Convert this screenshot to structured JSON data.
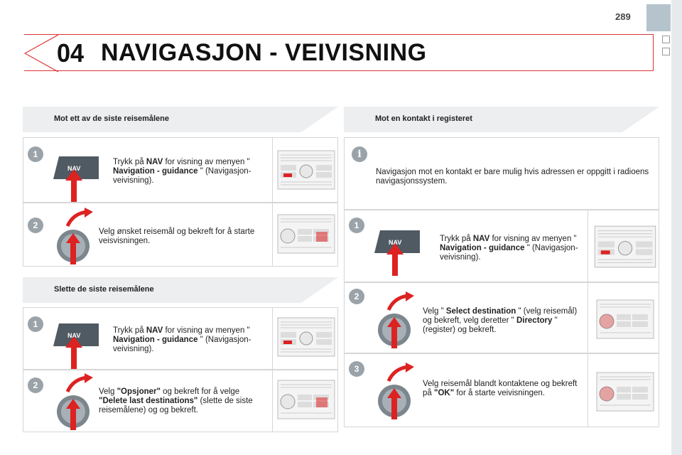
{
  "page_number": "289",
  "chapter": {
    "number": "04",
    "title": "NAVIGASJON - VEIVISNING"
  },
  "colors": {
    "accent_red": "#dd2222",
    "section_bg": "#eceeef",
    "badge_grey": "#9aa3a9",
    "tab_blue_grey": "#b5c3cc"
  },
  "left": {
    "section1": {
      "title": "Mot ett av de siste reisemålene",
      "step1": {
        "badge": "1",
        "key_label": "NAV",
        "pre": "Trykk på ",
        "bold1": "NAV",
        "mid1": " for visning av menyen \"",
        "bold2": " Navigation - guidance",
        "post": " \" (Navigasjon-veivisning)."
      },
      "step2": {
        "badge": "2",
        "text": "Velg ønsket reisemål og bekreft for å starte veisvisningen."
      }
    },
    "section2": {
      "title": "Slette de siste reisemålene",
      "step1": {
        "badge": "1",
        "key_label": "NAV",
        "pre": "Trykk på ",
        "bold1": "NAV",
        "mid1": " for visning av menyen \"",
        "bold2": " Navigation - guidance",
        "post": " \" (Navigasjon-veivisning)."
      },
      "step2": {
        "badge": "2",
        "pre": "Velg ",
        "bold1": "\"Opsjoner\"",
        "mid1": " og bekreft for å velge ",
        "bold2": "\"Delete last destinations\"",
        "post": " (slette de siste reisemålene) og og bekreft."
      }
    }
  },
  "right": {
    "section": {
      "title": "Mot en kontakt i registeret",
      "info": {
        "badge": "i",
        "text": "Navigasjon mot en kontakt er bare mulig hvis adressen er oppgitt i radioens navigasjonssystem."
      },
      "step1": {
        "badge": "1",
        "key_label": "NAV",
        "pre": "Trykk på ",
        "bold1": "NAV",
        "mid1": " for visning av menyen \"",
        "bold2": " Navigation - guidance",
        "post": " \" (Navigasjon-veivisning)."
      },
      "step2": {
        "badge": "2",
        "pre": "Velg \" ",
        "bold1": "Select destination",
        "mid1": " \" (velg reisemål) og bekreft, velg deretter \" ",
        "bold2": "Directory",
        "post": " \" (register) og bekreft."
      },
      "step3": {
        "badge": "3",
        "pre": "Velg reisemål blandt kontaktene og bekreft på ",
        "bold1": "\"OK\"",
        "post": " for å starte veivisningen."
      }
    }
  },
  "icons": {
    "nav_key": "nav-button-icon",
    "knob": "rotary-knob-icon",
    "panel": "radio-panel-icon",
    "arrow_up": "red-arrow-up-icon",
    "arrow_curve": "red-curved-arrow-icon"
  }
}
